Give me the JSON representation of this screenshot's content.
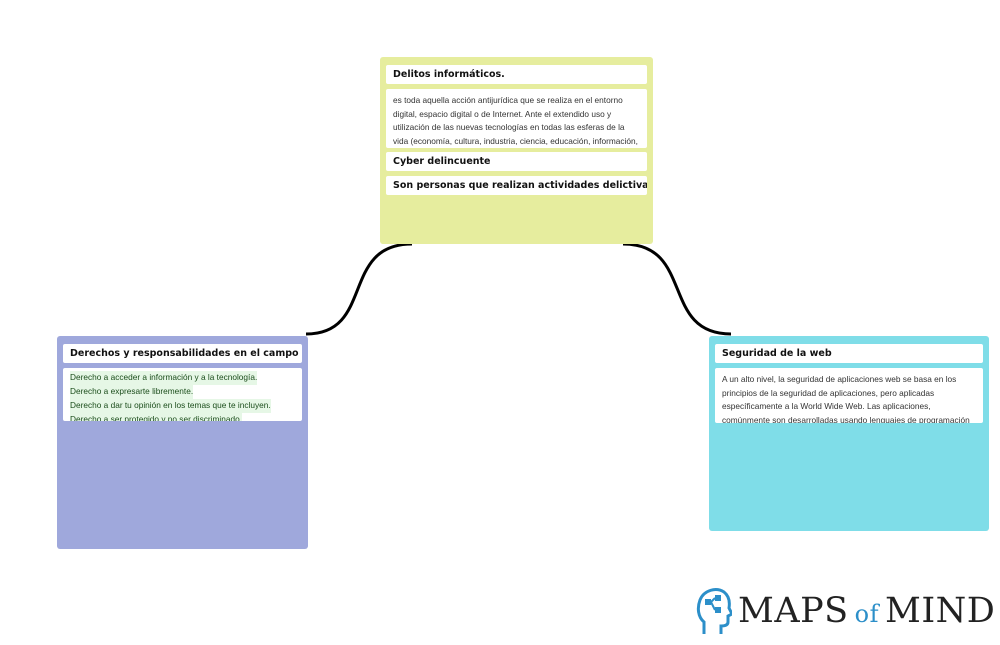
{
  "nodes": {
    "top": {
      "color": "#e6ed9e",
      "title": "Delitos informáticos.",
      "body": "es toda aquella acción antijurídica que se realiza en el entorno digital, espacio digital o de Internet. Ante el extendido uso y utilización de las nuevas tecnologías en todas las esferas de la vida (economía, cultura, industria, ciencia, educación, información, comunicación, etc)",
      "sub_title": "Cyber delincuente",
      "sub_body": "Son personas que realizan actividades delictivas en int"
    },
    "left": {
      "color": "#9fa8dc",
      "title": "Derechos y responsabilidades en el campo digital",
      "items": [
        "Derecho a acceder a información y a la tecnología.",
        "Derecho a expresarte libremente.",
        "Derecho a dar tu opinión en los temas que te incluyen.",
        "Derecho a ser protegido y no ser discriminado."
      ]
    },
    "right": {
      "color": "#7fdde8",
      "title": "Seguridad de la web",
      "body": "A un alto nivel, la seguridad de aplicaciones web se basa en los principios de la seguridad de aplicaciones, pero aplicadas específicamente a la World Wide Web. Las aplicaciones, comúnmente son desarrolladas usando lenguajes de programación tales"
    }
  },
  "logo": {
    "part1": "MAPS",
    "part2": "of",
    "part3": "MIND",
    "accent": "#2c8fc9"
  }
}
